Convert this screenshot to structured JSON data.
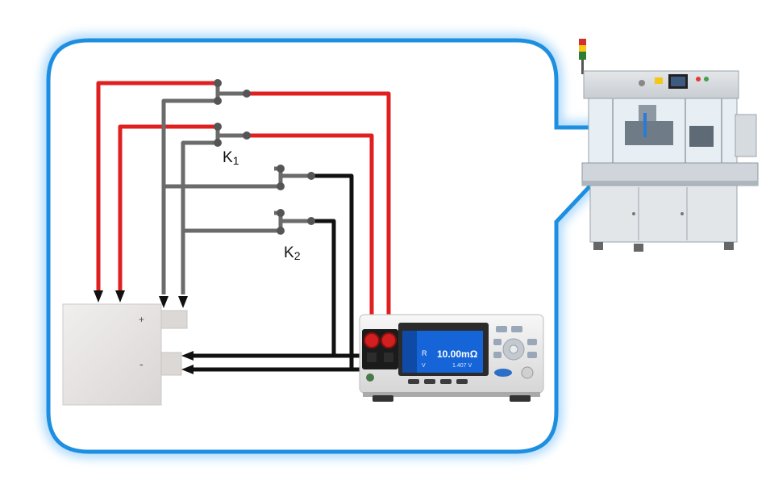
{
  "labels": {
    "k1_main": "K",
    "k1_sub": "1",
    "k2_main": "K",
    "k2_sub": "2",
    "battery_plus": "+",
    "battery_minus": "-",
    "meter_reading": "10.00mΩ",
    "meter_r_label": "R",
    "meter_v_label": "V",
    "meter_v_value": "1.407 V"
  },
  "colors": {
    "frame": "#1e8fe0",
    "frame_glow": "#a6d6fb",
    "wire_red": "#e02020",
    "wire_gray": "#6b6b6b",
    "wire_black": "#111111",
    "battery_body": "#e6e3e2",
    "meter_body": "#ececec",
    "meter_screen": "#1565d8"
  }
}
